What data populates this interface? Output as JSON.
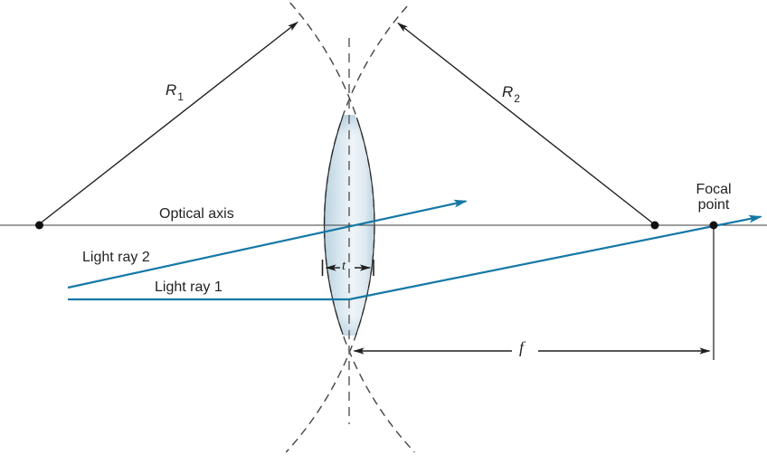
{
  "figure": {
    "description": "Thin biconvex lens diagram with radii of curvature, light rays and focal point",
    "labels": {
      "r1": {
        "base": "R",
        "sub": "1"
      },
      "r2": {
        "base": "R",
        "sub": "2"
      },
      "optical_axis": "Optical axis",
      "light_ray_2": "Light ray 2",
      "light_ray_1": "Light ray 1",
      "focal_point_line1": "Focal",
      "focal_point_line2": "point",
      "focal_length": "f",
      "thickness": "t"
    },
    "colors": {
      "ray": "#1578a6",
      "line": "#2b2b2b",
      "dashed": "#4a4a4a",
      "lens_edge": "#bdd5e2",
      "lens_center": "#eef4f8",
      "lens_tip": "#8fb6cc"
    }
  }
}
